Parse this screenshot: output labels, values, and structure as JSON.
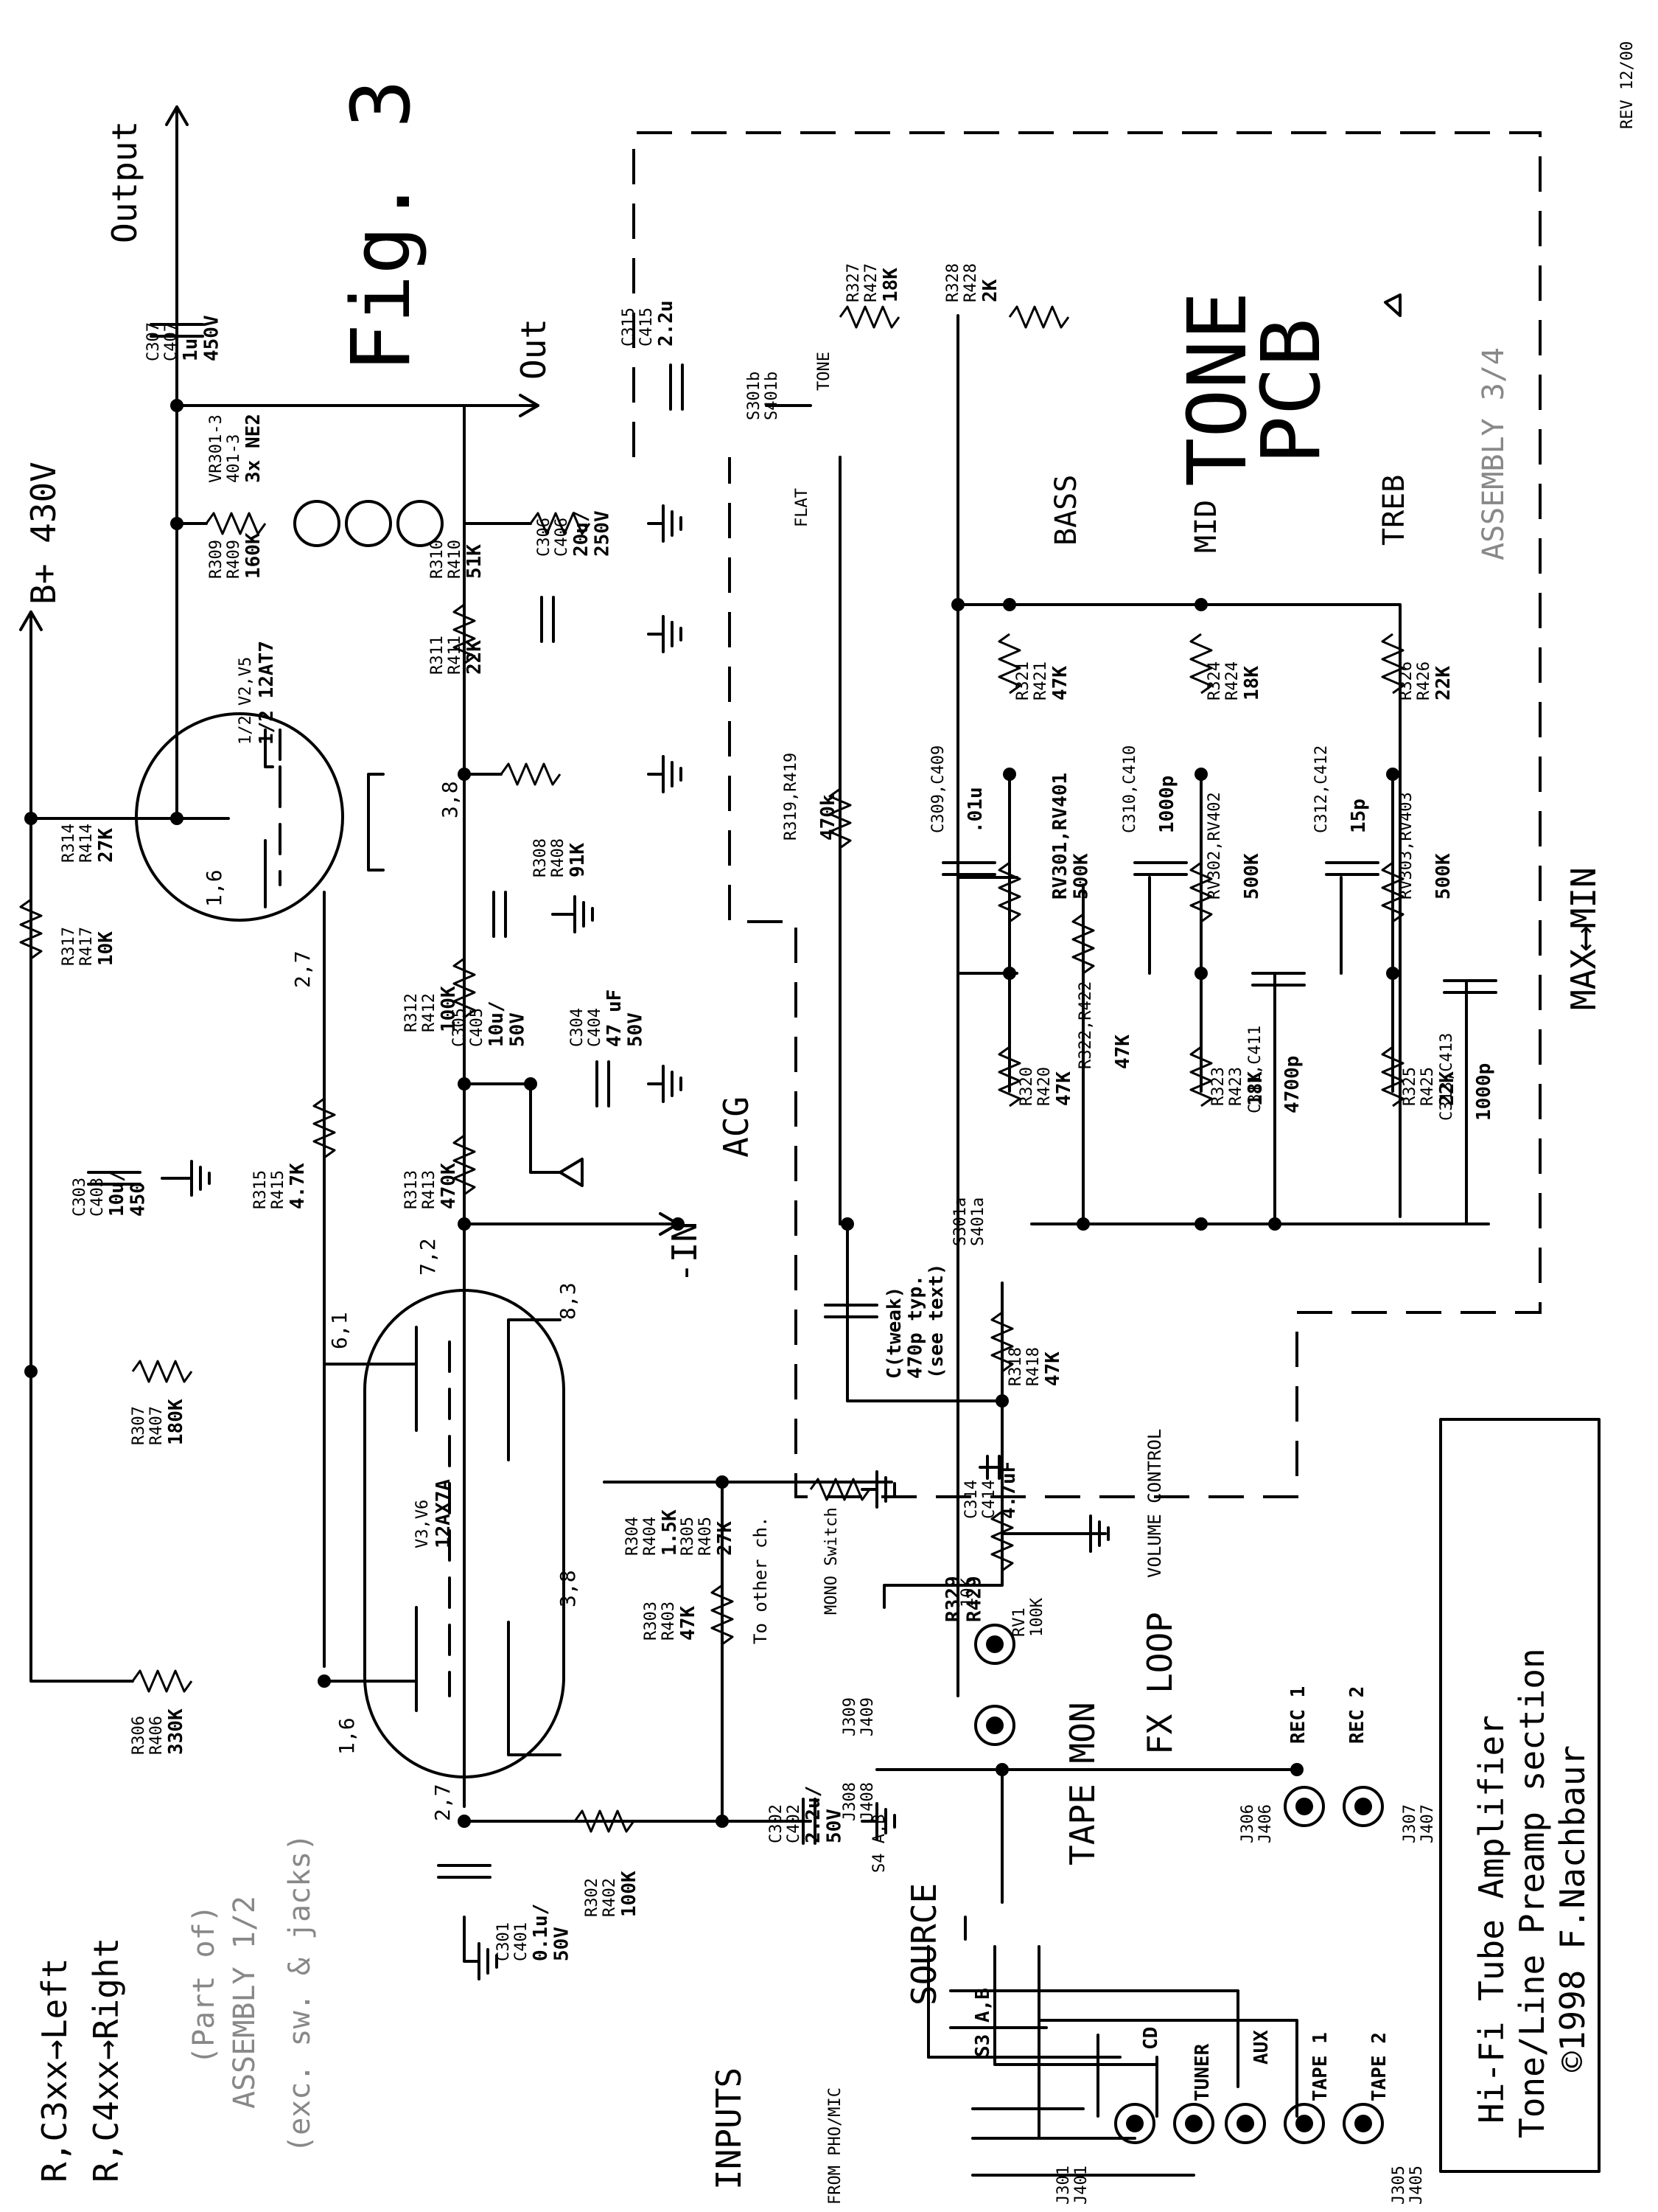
{
  "title": {
    "fig": "Fig. 3",
    "rev": "REV 12/00",
    "box_line1": "Hi-Fi Tube Amplifier",
    "box_line2": "Tone/Line Preamp section",
    "box_line3": "©1998 F.Nachbaur"
  },
  "legend": {
    "left": "R,C3xx→Left",
    "right": "R,C4xx→Right",
    "part_of": "(Part of)",
    "assembly_12": "ASSEMBLY 1/2",
    "exc": "(exc. sw. & jacks)"
  },
  "pcb": {
    "tone": "TONE",
    "pcb": "PCB",
    "assembly_34": "ASSEMBLY 3/4"
  },
  "nets": {
    "bplus": "B+ 430V",
    "output": "Output",
    "out": "Out",
    "acg": "ACG",
    "in_neg": "-IN",
    "inputs": "INPUTS",
    "source": "SOURCE",
    "tape_mon": "TAPE MON",
    "fx_loop": "FX LOOP",
    "max_min": "MAX⟷MIN",
    "volume": "VOLUME CONTROL",
    "to_other": "To other ch.",
    "from_pho": "FROM PHO/MIC",
    "mono": "MONO Switch",
    "bass": "BASS",
    "mid": "MID",
    "treb": "TREB",
    "tone_sw": "TONE",
    "flat": "FLAT"
  },
  "tubes": {
    "v2": {
      "ref": "1/2 V2,V5",
      "type": "1/2 12AT7",
      "pins_a": "1,6",
      "pins_b": "2,7",
      "pins_c": "3,8"
    },
    "v3": {
      "ref": "V3,V6",
      "type": "12AX7A",
      "pins_a": "6,1",
      "pins_b": "7,2",
      "pins_c": "8,3",
      "pins_d": "3,8",
      "pins_e": "1,6",
      "pins_f": "2,7"
    }
  },
  "parts": {
    "c307": {
      "ref": "C307\nC407",
      "val": "1u\n450V"
    },
    "r309": {
      "ref": "R309\nR409",
      "val": "160K"
    },
    "vr301": {
      "ref": "VR301-3\n401-3",
      "val": "3x NE2"
    },
    "r310": {
      "ref": "R310\nR410",
      "val": "51K"
    },
    "c306": {
      "ref": "C306\nC406",
      "val": "20u/\n250V"
    },
    "r311": {
      "ref": "R311\nR411",
      "val": "22K"
    },
    "r308": {
      "ref": "R308\nR408",
      "val": "91K"
    },
    "r314": {
      "ref": "R314\nR414",
      "val": "27K"
    },
    "r317": {
      "ref": "R317\nR417",
      "val": "10K"
    },
    "c303": {
      "ref": "C303\nC403",
      "val": "10u/\n450"
    },
    "r315": {
      "ref": "R315\nR415",
      "val": "4.7K"
    },
    "r312": {
      "ref": "R312\nR412",
      "val": "100K"
    },
    "c305": {
      "ref": "C305\nC405",
      "val": "10u/\n50V"
    },
    "c304": {
      "ref": "C304\nC404",
      "val": "47 uF\n50V"
    },
    "r313": {
      "ref": "R313\nR413",
      "val": "470K"
    },
    "r307": {
      "ref": "R307\nR407",
      "val": "180K"
    },
    "r306": {
      "ref": "R306\nR406",
      "val": "330K"
    },
    "r304": {
      "ref": "R304\nR404",
      "val": "1.5K"
    },
    "r305": {
      "ref": "R305\nR405",
      "val": "27K"
    },
    "r303": {
      "ref": "R303\nR403",
      "val": "47K"
    },
    "r302": {
      "ref": "R302\nR402",
      "val": "100K"
    },
    "c301": {
      "ref": "C301\nC401",
      "val": "0.1u/\n50V"
    },
    "c302": {
      "ref": "C302\nC402",
      "val": "2.2u/\n50V"
    },
    "c315": {
      "ref": "C315\nC415",
      "val": "2.2u"
    },
    "s301b": {
      "ref": "S301b\nS401b",
      "val": ""
    },
    "r327": {
      "ref": "R327\nR427",
      "val": "18K"
    },
    "r328": {
      "ref": "R328\nR428",
      "val": "2K"
    },
    "r319": {
      "ref": "R319,R419",
      "val": "470k"
    },
    "r321": {
      "ref": "R321\nR421",
      "val": "47K"
    },
    "r324": {
      "ref": "R324\nR424",
      "val": "18K"
    },
    "r326": {
      "ref": "R326\nR426",
      "val": "22K"
    },
    "c309": {
      "ref": "C309,C409",
      "val": ".01u"
    },
    "rv301": {
      "ref": "",
      "val": "RV301,RV401\n500K"
    },
    "c310": {
      "ref": "C310,C410",
      "val": "1000p"
    },
    "rv302": {
      "ref": "RV302,RV402",
      "val": "500K"
    },
    "c312": {
      "ref": "C312,C412",
      "val": "15p"
    },
    "rv303": {
      "ref": "RV303,RV403",
      "val": "500K"
    },
    "r322": {
      "ref": "R322,R422",
      "val": "47K"
    },
    "c311": {
      "ref": "C311,C411",
      "val": "4700p"
    },
    "c313": {
      "ref": "C313,C413",
      "val": "1000p"
    },
    "r320": {
      "ref": "R320\nR420",
      "val": "47K"
    },
    "r323": {
      "ref": "R323\nR423",
      "val": "18K"
    },
    "r325": {
      "ref": "R325\nR425",
      "val": "22K"
    },
    "s301a": {
      "ref": "S301a\nS401a",
      "val": ""
    },
    "ctweak": {
      "ref": "",
      "val": "C(tweak)\n470p typ.\n(see text)"
    },
    "r318": {
      "ref": "R318\nR418",
      "val": "47K"
    },
    "c314": {
      "ref": "C314\nC414",
      "val": "4.7uF"
    },
    "rv1": {
      "ref": "RV1\n100K",
      "val": ""
    },
    "r329": {
      "ref": "",
      "val": "R329\nR429"
    },
    "r329v": {
      "ref": "10K",
      "val": ""
    },
    "s4": {
      "ref": "S4 A,B",
      "val": ""
    },
    "s3": {
      "ref": "",
      "val": "S3 A,B"
    }
  },
  "jacks": {
    "j309": "J309\nJ409",
    "j308": "J308\nJ408",
    "j306": "J306\nJ406",
    "j307": "J307\nJ407",
    "j301": "J301\nJ401",
    "j305": "J305\nJ405",
    "rec1": "REC 1",
    "rec2": "REC 2",
    "cd": "CD",
    "tuner": "TUNER",
    "aux": "AUX",
    "tape1": "TAPE 1",
    "tape2": "TAPE 2"
  }
}
